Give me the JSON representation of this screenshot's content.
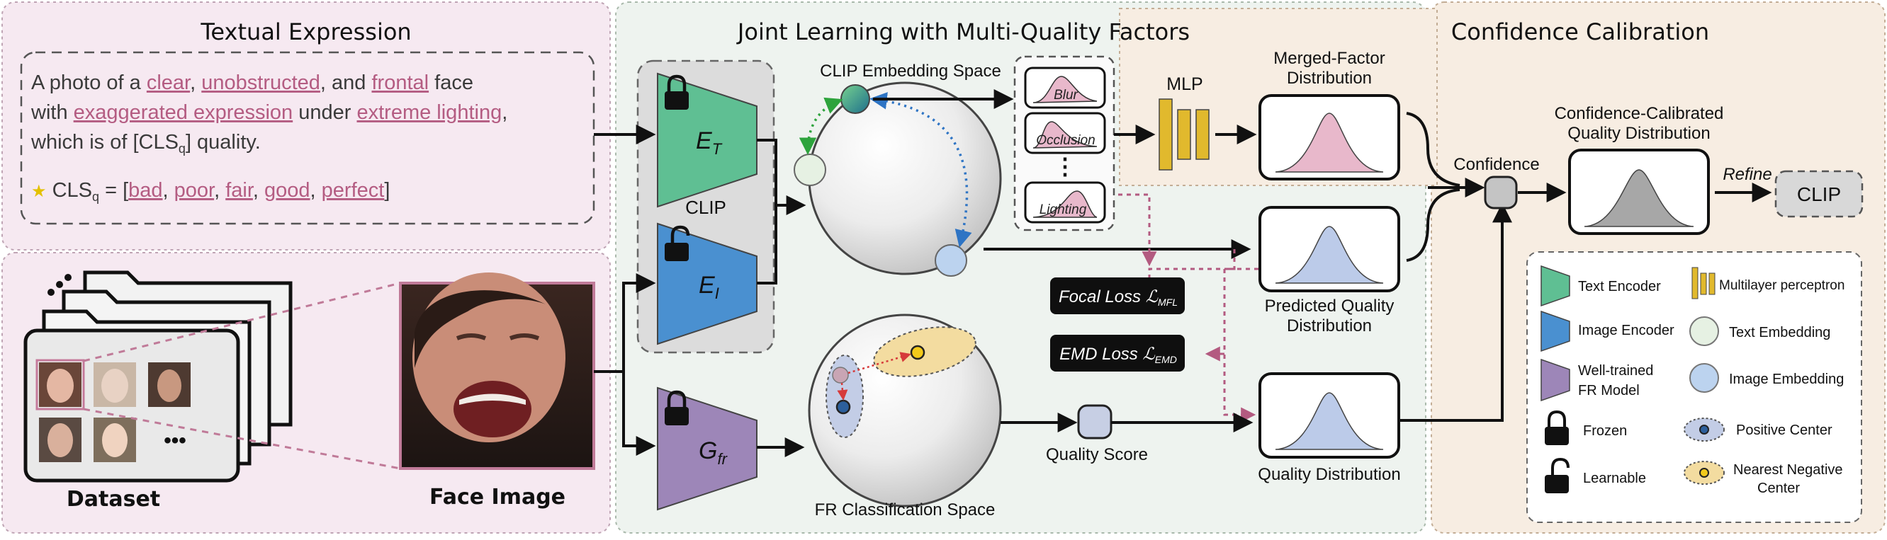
{
  "textual": {
    "title": "Textual Expression",
    "line1": {
      "t1": "A photo of a ",
      "clear": "clear",
      "t2": ", ",
      "unobstructed": "unobstructed",
      "t3": ", and ",
      "frontal": "frontal",
      "t4": " face"
    },
    "line2": {
      "t1": "with ",
      "expr": "exaggerated expression",
      "t2": " under ",
      "light": "extreme lighting",
      "t3": ","
    },
    "line3": {
      "t1": "which is of [CLS",
      "sub": "q",
      "t2": "] quality."
    },
    "line4": {
      "star": "★",
      "t1": " CLS",
      "sub": "q",
      "t2": " = [",
      "bad": "bad",
      "c1": ", ",
      "poor": "poor",
      "c2": ", ",
      "fair": "fair",
      "c3": ", ",
      "good": "good",
      "c4": ", ",
      "perfect": "perfect",
      "t3": "]"
    }
  },
  "dataset": {
    "label": "Dataset",
    "ellipsis": "•••"
  },
  "face": {
    "label": "Face Image"
  },
  "joint": {
    "title": "Joint Learning with Multi-Quality Factors",
    "clip_label": "CLIP",
    "et_main": "E",
    "et_sub": "T",
    "ei_main": "E",
    "ei_sub": "I",
    "gfr_main": "G",
    "gfr_sub": "fr",
    "embed_space": "CLIP Embedding Space",
    "fr_space": "FR Classification Space",
    "factors": {
      "blur": "Blur",
      "occlusion": "Occlusion",
      "dots": "⋮",
      "lighting": "Lighting"
    },
    "focal_loss": {
      "text": "Focal Loss ",
      "sym": "ℒ",
      "sub": "MFL"
    },
    "emd_loss": {
      "text": "EMD Loss ",
      "sym": "ℒ",
      "sub": "EMD"
    },
    "quality_score": "Quality Score",
    "pred_quality": {
      "l1": "Predicted Quality",
      "l2": "Distribution"
    },
    "quality_dist": "Quality Distribution"
  },
  "calib": {
    "title": "Confidence Calibration",
    "mlp": "MLP",
    "merged": {
      "l1": "Merged-Factor",
      "l2": "Distribution"
    },
    "confidence": "Confidence",
    "ccq": {
      "l1": "Confidence-Calibrated",
      "l2": "Quality Distribution"
    },
    "refine": "Refine",
    "clip": "CLIP"
  },
  "legend": {
    "text_encoder": "Text Encoder",
    "mlp": "Multilayer perceptron",
    "image_encoder": "Image Encoder",
    "text_embed": "Text Embedding",
    "fr_model": {
      "l1": "Well-trained",
      "l2": "FR Model"
    },
    "image_embed": "Image Embedding",
    "frozen": "Frozen",
    "pos_center": "Positive Center",
    "learnable": "Learnable",
    "neg_center": {
      "l1": "Nearest Negative",
      "l2": "Center"
    }
  },
  "colors": {
    "pink_bg": "#f6e9f1",
    "green_bg": "#eef3ef",
    "orange_bg": "#f7ede2",
    "underline": "#b45c82",
    "text_encoder": "#5fbf93",
    "image_encoder": "#4a90d0",
    "fr_model": "#9d86b8",
    "mlp": "#e1b92d",
    "pink_curve": "#e8b8cb",
    "blue_curve": "#bccbe9",
    "gray_curve": "#a7a7a7"
  }
}
